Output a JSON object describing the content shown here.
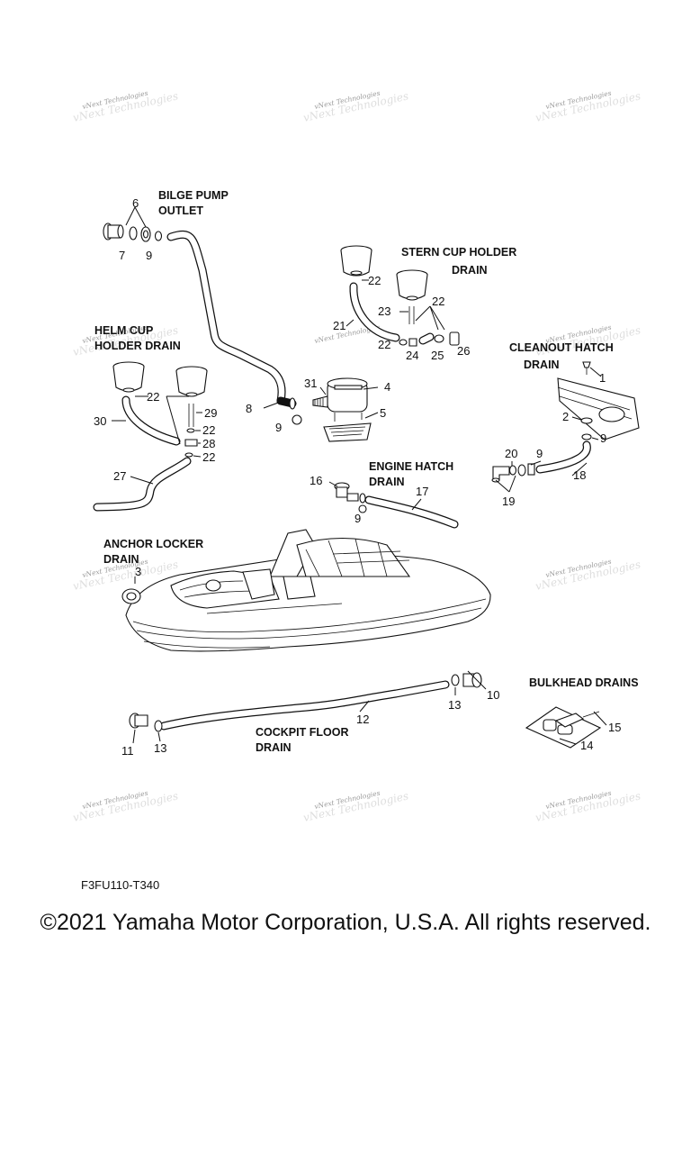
{
  "sections": {
    "bilge_pump_outlet": [
      "BILGE PUMP",
      "OUTLET"
    ],
    "stern_cup_holder_drain": [
      "STERN CUP HOLDER",
      "DRAIN"
    ],
    "helm_cup_holder_drain": [
      "HELM CUP",
      "HOLDER DRAIN"
    ],
    "cleanout_hatch_drain": [
      "CLEANOUT HATCH",
      "DRAIN"
    ],
    "engine_hatch_drain": [
      "ENGINE  HATCH",
      "DRAIN"
    ],
    "anchor_locker_drain": [
      "ANCHOR LOCKER",
      "DRAIN"
    ],
    "bulkhead_drains": [
      "BULKHEAD DRAINS"
    ],
    "cockpit_floor_drain": [
      "COCKPIT FLOOR",
      "DRAIN"
    ]
  },
  "callouts": {
    "c6": "6",
    "c7": "7",
    "c9a": "9",
    "c22a": "22",
    "c22b": "22",
    "c23": "23",
    "c21": "21",
    "c22c": "22",
    "c24": "24",
    "c25": "25",
    "c26": "26",
    "c31": "31",
    "c4": "4",
    "c8": "8",
    "c9b": "9",
    "c5": "5",
    "c22d": "22",
    "c29": "29",
    "c30": "30",
    "c22e": "22",
    "c28": "28",
    "c22f": "22",
    "c27": "27",
    "c1": "1",
    "c2": "2",
    "c9c": "9",
    "c20": "20",
    "c9d": "9",
    "c18": "18",
    "c19": "19",
    "c16": "16",
    "c17": "17",
    "c9e": "9",
    "c3": "3",
    "c10": "10",
    "c13a": "13",
    "c12": "12",
    "c11": "11",
    "c13b": "13",
    "c15": "15",
    "c14": "14"
  },
  "watermark": "vNext Technologies",
  "diagram_code": "F3FU110-T340",
  "copyright": "©2021 Yamaha Motor Corporation, U.S.A. All rights reserved."
}
